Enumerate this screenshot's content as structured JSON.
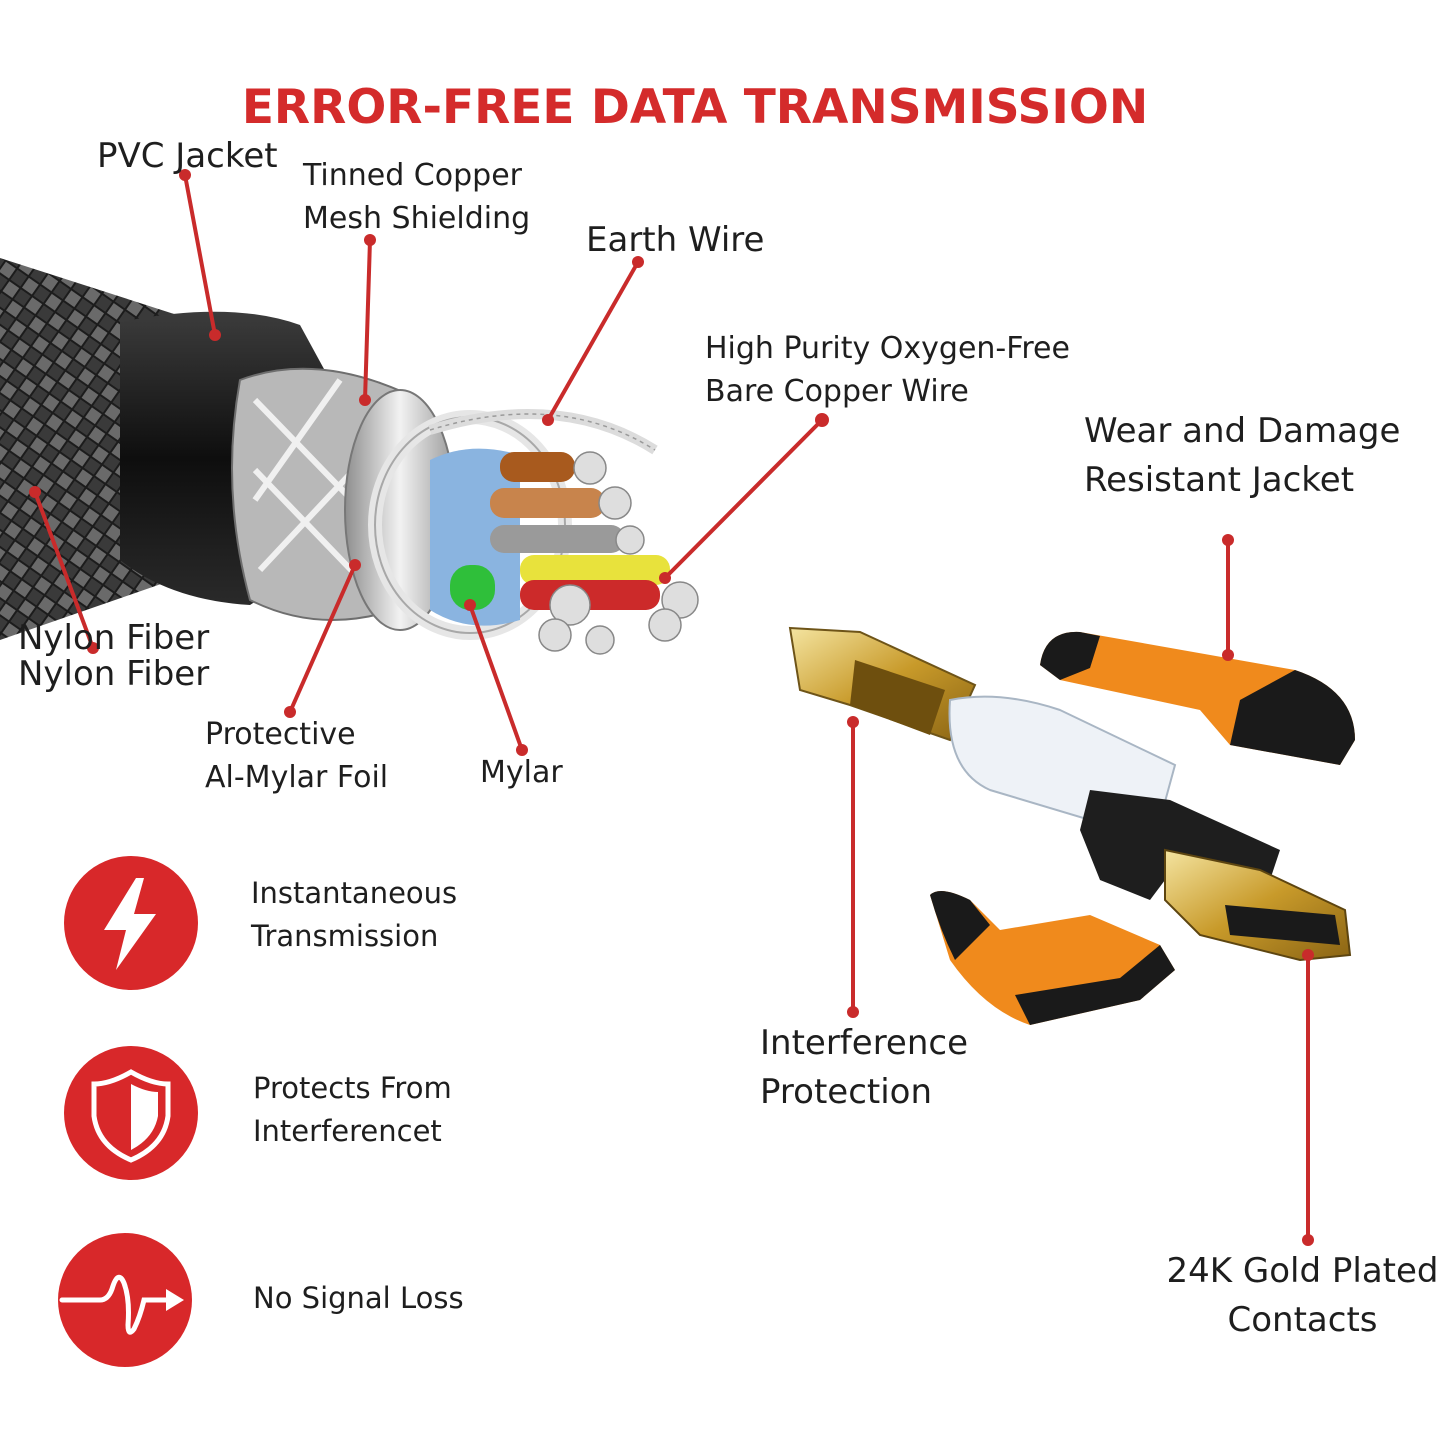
{
  "title": "ERROR-FREE DATA TRANSMISSION",
  "accent_color": "#d42b2b",
  "cable_labels": {
    "pvc_jacket": "PVC Jacket",
    "tinned_copper": [
      "Tinned Copper",
      "Mesh Shielding"
    ],
    "earth_wire": "Earth Wire",
    "copper_wire": [
      "High Purity Oxygen-Free",
      "Bare Copper Wire"
    ],
    "nylon_fiber": [
      "Nylon Fiber",
      "Nylon Fiber"
    ],
    "al_mylar": [
      "Protective",
      "Al-Mylar Foil"
    ],
    "mylar": "Mylar"
  },
  "connector_labels": {
    "jacket": [
      "Wear and Damage",
      "Resistant Jacket"
    ],
    "interference": [
      "Interference",
      "Protection"
    ],
    "gold": [
      "24K Gold Plated",
      "Contacts"
    ]
  },
  "features": [
    {
      "icon": "lightning-icon",
      "lines": [
        "Instantaneous",
        "Transmission"
      ]
    },
    {
      "icon": "shield-icon",
      "lines": [
        "Protects From",
        "Interferencet"
      ]
    },
    {
      "icon": "signal-wave-icon",
      "lines": [
        "No Signal Loss"
      ]
    }
  ]
}
